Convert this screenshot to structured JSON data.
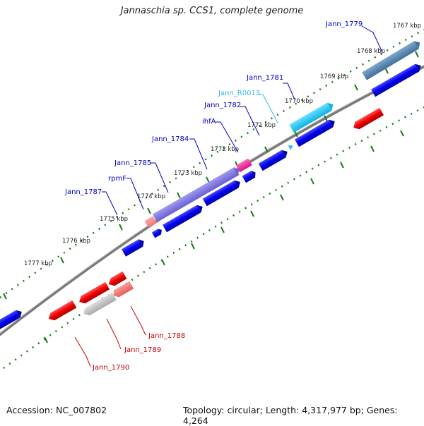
{
  "title": "Jannaschia sp. CCS1, complete genome",
  "footer": {
    "accession": "Accession: NC_007802",
    "topology": "Topology: circular; Length: 4,317,977 bp; Genes: 4,264"
  },
  "colors": {
    "backbone": "#7a7a7a",
    "tick": "#1a7a1a",
    "forward_label": "#0000cc",
    "reverse_label": "#cc0000",
    "rna_label": "#33bbee"
  },
  "kbp_labels": [
    "1767 kbp",
    "1768 kbp",
    "1769 kbp",
    "1770 kbp",
    "1771 kbp",
    "1772 kbp",
    "1773 kbp",
    "1774 kbp",
    "1775 kbp",
    "1776 kbp",
    "1777 kbp"
  ],
  "gene_labels": {
    "jann_1779": "Jann_1779",
    "jann_1781": "Jann_1781",
    "jann_r0013": "Jann_R0013",
    "jann_1782": "Jann_1782",
    "ihfa": "ihfA",
    "jann_1784": "Jann_1784",
    "jann_1785": "Jann_1785",
    "rpmf": "rpmF",
    "jann_1787": "Jann_1787",
    "jann_1788": "Jann_1788",
    "jann_1789": "Jann_1789",
    "jann_1790": "Jann_1790"
  }
}
